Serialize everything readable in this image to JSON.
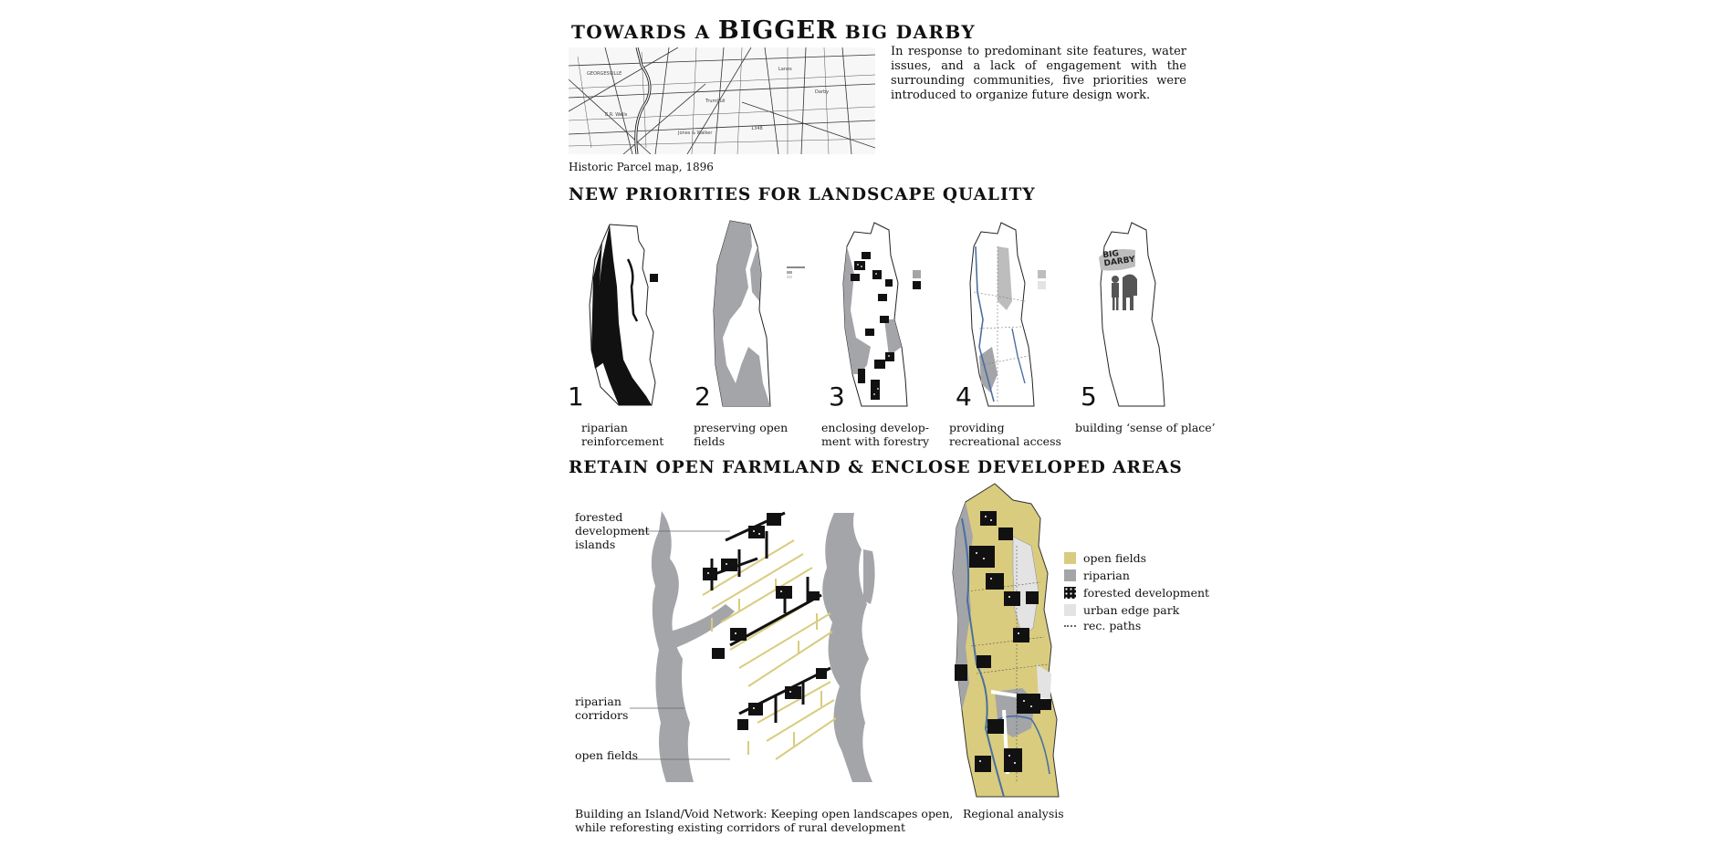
{
  "header": {
    "title_pre": "TOWARDS A ",
    "title_big": "BIGGER",
    "title_post": " BIG DARBY",
    "intro": "In response to predominant site features, water issues, and a lack of engagement with the surrounding communities, five priorities were introduced to organize future design work.",
    "map_caption": "Historic Parcel map, 1896"
  },
  "priorities": {
    "heading": "NEW PRIORITIES FOR LANDSCAPE QUALITY",
    "items": [
      {
        "number": "1",
        "label_l1": "riparian",
        "label_l2": "reinforcement"
      },
      {
        "number": "2",
        "label_l1": "preserving open",
        "label_l2": "fields"
      },
      {
        "number": "3",
        "label_l1": "enclosing develop-",
        "label_l2": "ment with forestry"
      },
      {
        "number": "4",
        "label_l1": "providing",
        "label_l2": "recreational access"
      },
      {
        "number": "5",
        "label_l1": "building ‘sense of place’",
        "label_l2": ""
      }
    ],
    "sign_text_l1": "BIG",
    "sign_text_l2": "DARBY"
  },
  "network": {
    "heading": "RETAIN OPEN FARMLAND & ENCLOSE DEVELOPED AREAS",
    "annotations": {
      "forested_l1": "forested",
      "forested_l2": "development",
      "forested_l3": "islands",
      "riparian_l1": "riparian",
      "riparian_l2": "corridors",
      "open_fields": "open fields"
    },
    "caption_l1": "Building an Island/Void Network: Keeping open landscapes open,",
    "caption_l2": "while reforesting existing corridors of rural development"
  },
  "regional": {
    "caption": "Regional analysis",
    "legend": [
      {
        "label": "open fields",
        "color": "#d9cc7e"
      },
      {
        "label": "riparian",
        "color": "#a4a5a8"
      },
      {
        "label": "forested development",
        "color": "#111111"
      },
      {
        "label": "urban edge park",
        "color": "#e3e3e3"
      },
      {
        "label": "rec. paths",
        "color": "#666666"
      }
    ]
  },
  "colors": {
    "field": "#d9cc7e",
    "riparian": "#a4a5a8",
    "water": "#4a6fa0",
    "dark": "#111111"
  }
}
